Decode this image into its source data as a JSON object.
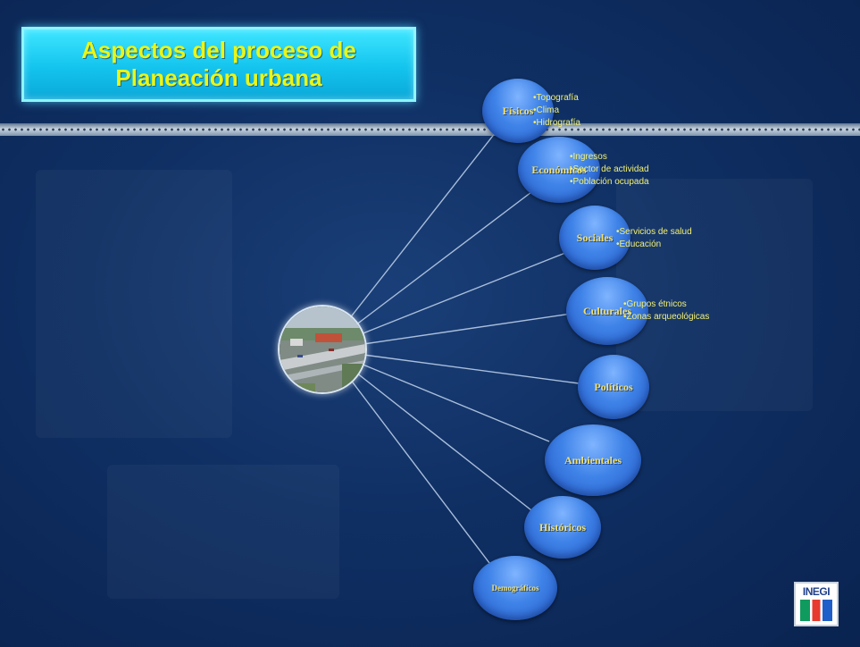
{
  "title": "Aspectos del proceso de\nPlaneación urbana",
  "nodes": [
    {
      "label": "Físicos",
      "details": [
        "•Topografía",
        "•Clima",
        "•Hidrografía"
      ]
    },
    {
      "label": "Económicos",
      "details": [
        "•Ingresos",
        "•Sector de actividad",
        "•Población ocupada"
      ]
    },
    {
      "label": "Sociales",
      "details": [
        "•Servicios de salud",
        "•Educación"
      ]
    },
    {
      "label": "Culturales",
      "details": [
        "•Grupos étnicos",
        "•Zonas arqueológicas"
      ]
    },
    {
      "label": "Políticos",
      "details": []
    },
    {
      "label": "Ambientales",
      "details": []
    },
    {
      "label": "Históricos",
      "details": []
    },
    {
      "label": "Demográficos",
      "details": []
    }
  ],
  "logo": {
    "text": "INEGI"
  },
  "colors": {
    "background": "#0c2957",
    "title_box": "#14c4ee",
    "title_text": "#e9f51a",
    "bubble": "#3f83e8",
    "label": "#f3e06a",
    "connector": "#a9bedb"
  }
}
